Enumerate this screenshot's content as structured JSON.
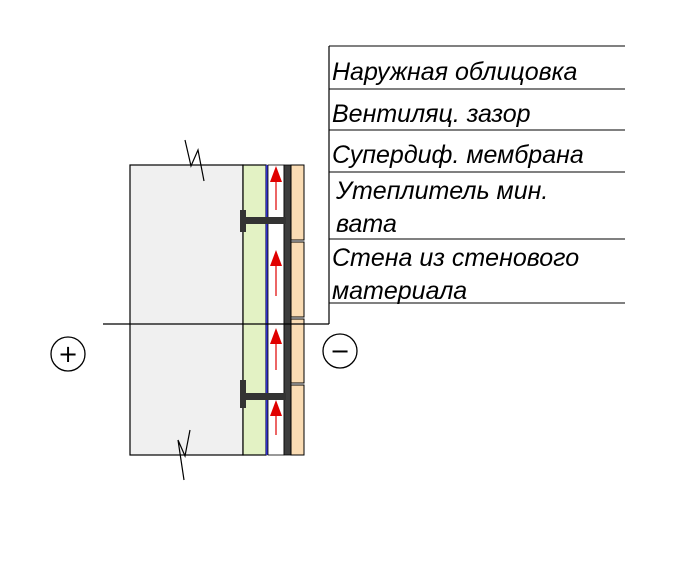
{
  "labels": {
    "cladding": "Наружная облицовка",
    "vent_gap": "Вентиляц. зазор",
    "membrane": "Супердиф. мембрана",
    "insulation_line1": "Утеплитель мин.",
    "insulation_line2": "вата",
    "wall_line1": "Стена из стенового",
    "wall_line2": "материала"
  },
  "symbols": {
    "inside": "+",
    "outside": "−"
  },
  "colors": {
    "wall": "#f0f0f0",
    "insulation": "#e3f2c4",
    "membrane": "#3333cc",
    "airflow_arrow": "#e00000",
    "cladding": "#fadcb4",
    "bracket": "#333333",
    "line": "#000000"
  },
  "icons": {
    "break_mark": "break-line-icon",
    "airflow": "up-arrow-icon"
  }
}
